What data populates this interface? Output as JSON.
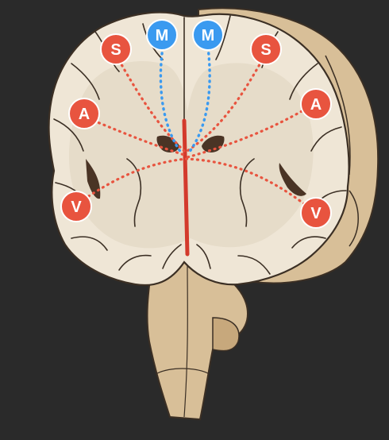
{
  "colors": {
    "background": "#2a2a2a",
    "cortex": "#efe6d6",
    "cortex_outline": "#3b2f24",
    "hemisphere_back": "#d8bf98",
    "white_matter": "#e6dcc9",
    "brainstem": "#d8bf98",
    "brainstem_dark": "#c7a87c",
    "ventricle": "#4a3425",
    "midline_red": "#d33a2c",
    "sensory_red": "#e8543f",
    "motor_blue": "#2f8fe6",
    "dot_red": "#e8543f",
    "dot_blue": "#3a9af0"
  },
  "markers": [
    {
      "id": "s-left",
      "label": "S",
      "color": "red"
    },
    {
      "id": "m-left",
      "label": "M",
      "color": "blue"
    },
    {
      "id": "m-right",
      "label": "M",
      "color": "blue"
    },
    {
      "id": "s-right",
      "label": "S",
      "color": "red"
    },
    {
      "id": "a-left",
      "label": "A",
      "color": "red"
    },
    {
      "id": "a-right",
      "label": "A",
      "color": "red"
    },
    {
      "id": "v-left",
      "label": "V",
      "color": "red"
    },
    {
      "id": "v-right",
      "label": "V",
      "color": "red"
    }
  ]
}
